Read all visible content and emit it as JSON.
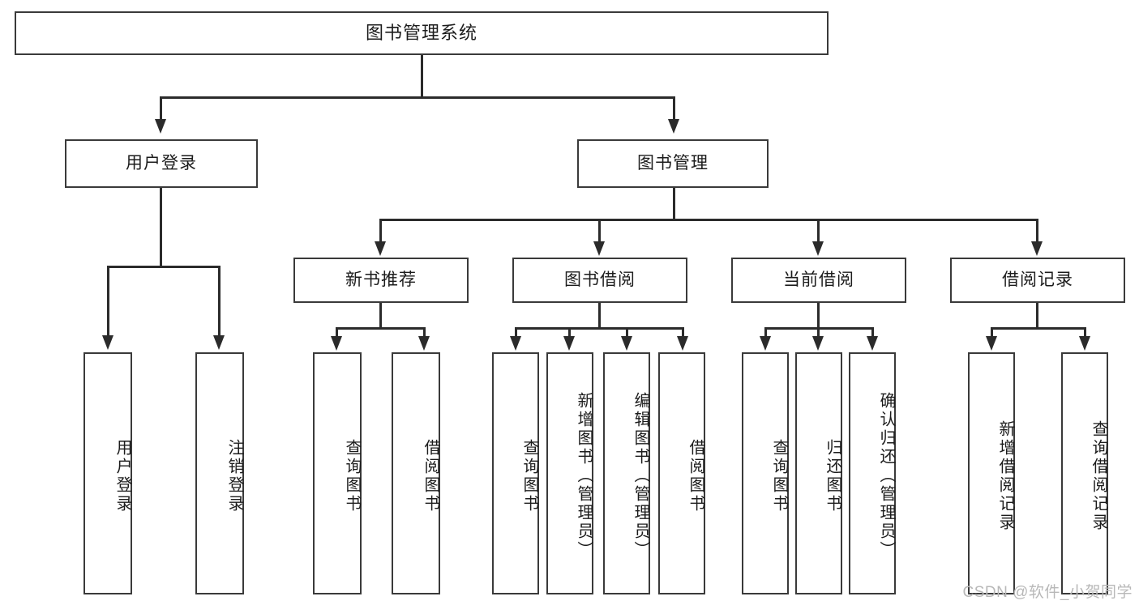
{
  "diagram": {
    "title": "图书管理系统",
    "watermark": "CSDN @软件_小贺同学",
    "colors": {
      "box_border": "#3a3a3a",
      "connector": "#2b2b2b",
      "background": "#ffffff",
      "text": "#1c1c1c",
      "watermark": "#b8b8b8"
    },
    "root": {
      "label": "图书管理系统"
    },
    "level1": [
      {
        "label": "用户登录"
      },
      {
        "label": "图书管理"
      }
    ],
    "level2": [
      {
        "label": "新书推荐"
      },
      {
        "label": "图书借阅"
      },
      {
        "label": "当前借阅"
      },
      {
        "label": "借阅记录"
      }
    ],
    "leaves": {
      "user_login": [
        {
          "label": "用户登录"
        },
        {
          "label": "注销登录"
        }
      ],
      "new_book_recommend": [
        {
          "label": "查询图书"
        },
        {
          "label": "借阅图书"
        }
      ],
      "book_borrow": [
        {
          "label": "查询图书"
        },
        {
          "label": "新增图书（管理员）"
        },
        {
          "label": "编辑图书（管理员）"
        },
        {
          "label": "借阅图书"
        }
      ],
      "current_borrow": [
        {
          "label": "查询图书"
        },
        {
          "label": "归还图书"
        },
        {
          "label": "确认归还（管理员）"
        }
      ],
      "borrow_records": [
        {
          "label": "新增借阅记录"
        },
        {
          "label": "查询借阅记录"
        }
      ]
    }
  }
}
